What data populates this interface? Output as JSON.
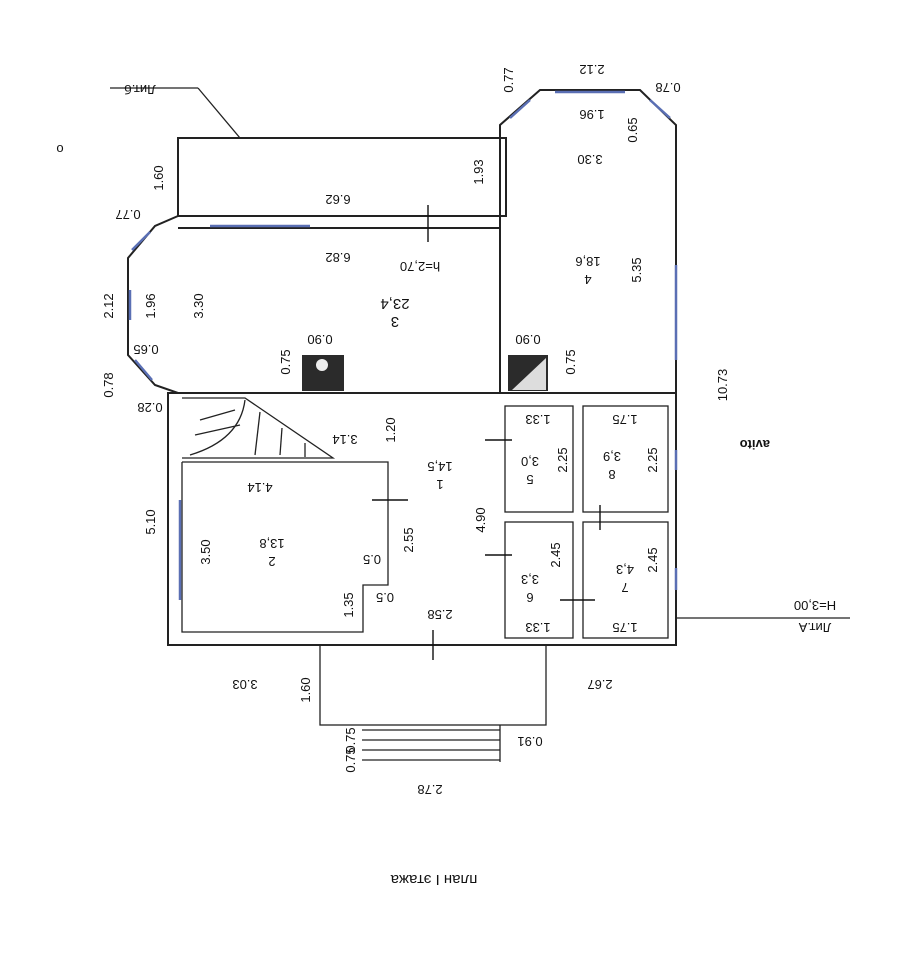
{
  "title": "план I этажа",
  "lit_top": "Лит.б",
  "lit_right": "Лит.А",
  "height_right": "Н=3,00",
  "watermark": "avito",
  "room_height": "h=2,70",
  "rooms": [
    {
      "num": "1",
      "area": "14,5"
    },
    {
      "num": "2",
      "area": "13,8"
    },
    {
      "num": "3",
      "area": "23,4"
    },
    {
      "num": "4",
      "area": "18,6"
    },
    {
      "num": "5",
      "area": "3,0"
    },
    {
      "num": "6",
      "area": "3,3"
    },
    {
      "num": "7",
      "area": "4,3"
    },
    {
      "num": "8",
      "area": "3,9"
    }
  ],
  "dims": {
    "d_212_top": "2.12",
    "d_077_top": "0.77",
    "d_078_top": "0.78",
    "d_196_top": "1.96",
    "d_065_top": "0.65",
    "d_330_top": "3.30",
    "d_193": "1.93",
    "d_160_left": "1.60",
    "d_662": "6.62",
    "d_077_left": "0.77",
    "d_682": "6.82",
    "d_535": "5.35",
    "d_212_left": "2.12",
    "d_196_left": "1.96",
    "d_330_left": "3.30",
    "d_065_left": "0.65",
    "d_078_left": "0.78",
    "d_090_a": "0.90",
    "d_075_a": "0.75",
    "d_090_b": "0.90",
    "d_075_b": "0.75",
    "d_1073": "10.73",
    "d_028": "0.28",
    "d_120": "1.20",
    "d_314": "3.14",
    "d_133_top": "1.33",
    "d_175_top": "1.75",
    "d_225_a": "2.25",
    "d_225_b": "2.25",
    "d_414": "4.14",
    "d_510": "5.10",
    "d_255": "2.55",
    "d_490": "4.90",
    "d_245_a": "2.45",
    "d_245_b": "2.45",
    "d_350": "3.50",
    "d_05_a": "0.5",
    "d_05_b": "0.5",
    "d_135": "1.35",
    "d_258": "2.58",
    "d_133_bot": "1.33",
    "d_175_bot": "1.75",
    "d_303": "3.03",
    "d_160_bot": "1.60",
    "d_267": "2.67",
    "d_075_bot": "0.75",
    "d_091": "0.91",
    "d_075_bot2": "0.75",
    "d_278": "2.78",
    "d_0_mark": "o"
  }
}
